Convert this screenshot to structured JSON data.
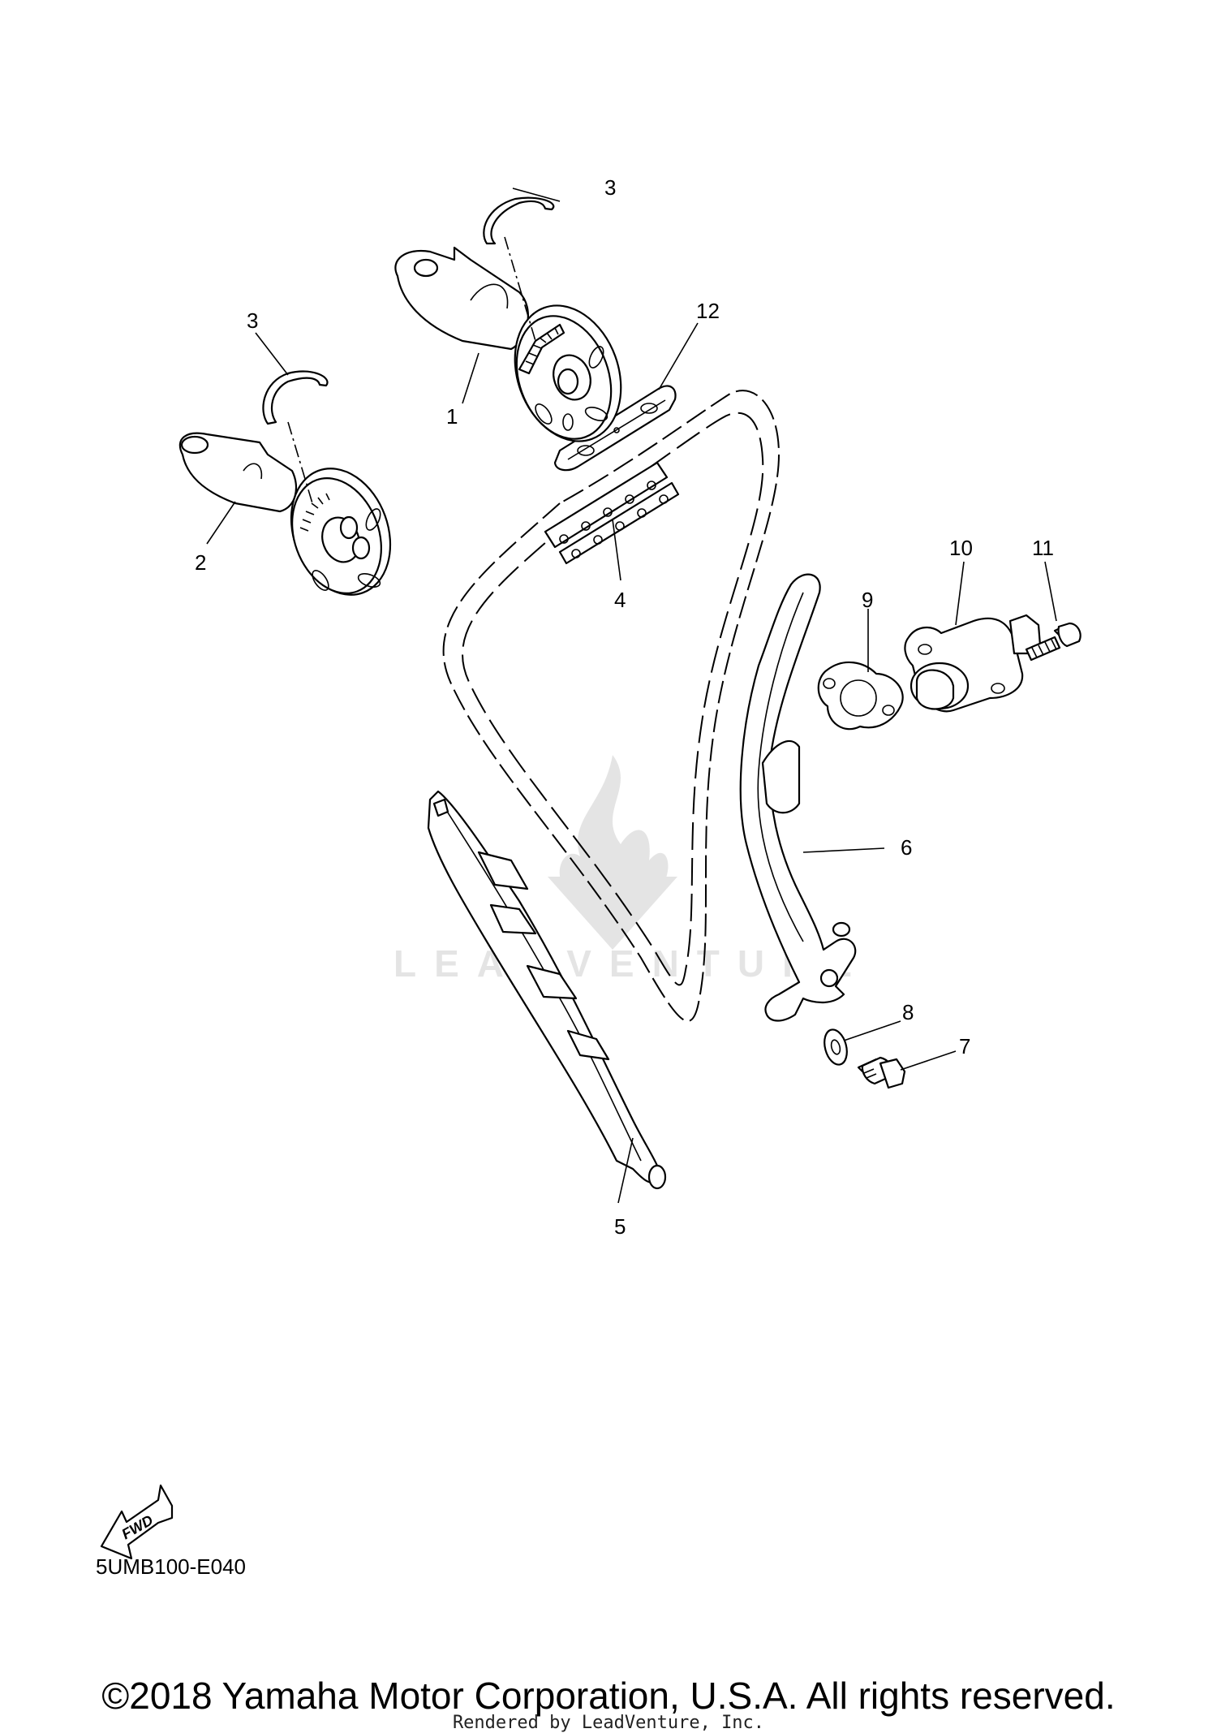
{
  "callouts": [
    {
      "id": "1",
      "label": "1"
    },
    {
      "id": "2",
      "label": "2"
    },
    {
      "id": "3a",
      "label": "3"
    },
    {
      "id": "3b",
      "label": "3"
    },
    {
      "id": "4",
      "label": "4"
    },
    {
      "id": "5",
      "label": "5"
    },
    {
      "id": "6",
      "label": "6"
    },
    {
      "id": "7",
      "label": "7"
    },
    {
      "id": "8",
      "label": "8"
    },
    {
      "id": "9",
      "label": "9"
    },
    {
      "id": "10",
      "label": "10"
    },
    {
      "id": "11",
      "label": "11"
    },
    {
      "id": "12",
      "label": "12"
    }
  ],
  "fwd_label": "FWD",
  "drawing_code": "5UMB100-E040",
  "copyright": "©2018 Yamaha Motor Corporation, U.S.A. All rights reserved.",
  "rendered_by": "Rendered by LeadVenture, Inc.",
  "watermark": "LEADVENTURE",
  "colors": {
    "line": "#000000",
    "background": "#ffffff",
    "watermark": "#9a9a9a"
  }
}
